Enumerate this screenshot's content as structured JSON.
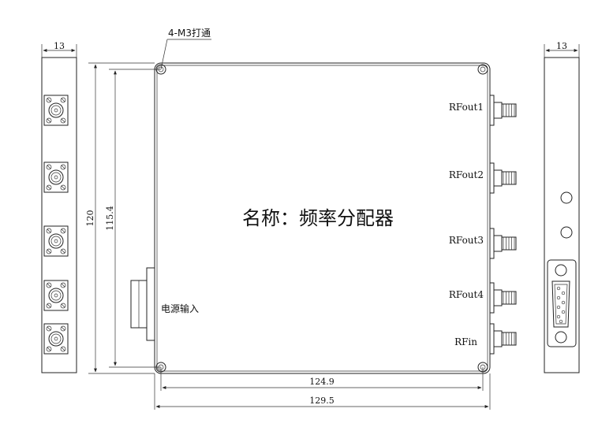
{
  "title": "名称：频率分配器",
  "annotations": {
    "mounting_holes": "4-M3打通",
    "power_input": "电源输入"
  },
  "dimensions": {
    "left_side_width": "13",
    "right_side_width": "13",
    "outer_height": "120",
    "hole_spacing_height": "115.4",
    "hole_spacing_width": "124.9",
    "outer_width": "129.5"
  },
  "ports": [
    {
      "label": "RFout1"
    },
    {
      "label": "RFout2"
    },
    {
      "label": "RFout3"
    },
    {
      "label": "RFout4"
    },
    {
      "label": "RFin"
    }
  ],
  "icons": {
    "connector": "sma-connector-icon",
    "power": "db9-connector-icon",
    "hole": "mounting-hole-icon"
  }
}
